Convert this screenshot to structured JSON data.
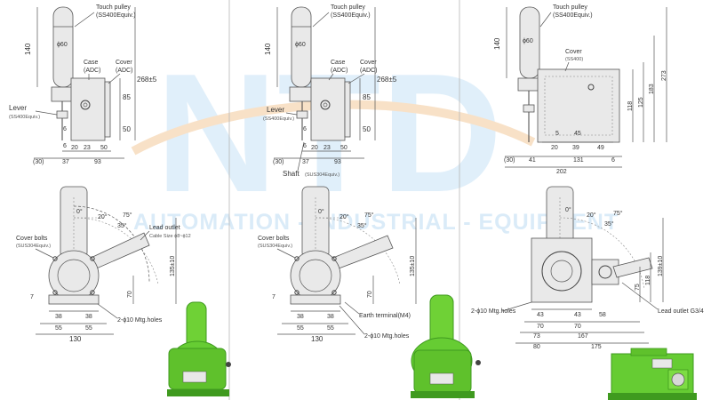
{
  "watermark": {
    "logo": "NTD",
    "tagline": "AUTOMATION - INDUSTRIAL - EQUIPMENT"
  },
  "colors": {
    "green": "#66cc33",
    "green_dark": "#3f9a1f",
    "line": "#555555",
    "watermark_blue": "#bcdcf3",
    "watermark_orange": "#f3c99a"
  },
  "panel1": {
    "touch_pulley": "Touch pulley",
    "touch_pulley_spec": "(SS400Equiv.)",
    "case": "Case",
    "case_spec": "(ADC)",
    "cover": "Cover",
    "cover_spec": "(ADC)",
    "lever": "Lever",
    "lever_spec": "(SS400Equiv.)",
    "dia": "ϕ60",
    "d140": "140",
    "d85": "85",
    "d50": "50",
    "d268": "268±5",
    "d6a": "6",
    "d6b": "6",
    "d20": "20",
    "d23": "23",
    "d50b": "50",
    "d30": "(30)",
    "d37": "37",
    "d93": "93",
    "deg0": "0°",
    "deg20": "20°",
    "deg35": "35°",
    "deg75": "75°",
    "lead_outlet": "Lead outlet",
    "cable_size": "Cable Size ϕ8~ϕ12",
    "cover_bolts": "Cover bolts",
    "cover_bolts_spec": "(SUS304Equiv.)",
    "d7": "7",
    "d70": "70",
    "d135": "135±10",
    "d38a": "38",
    "d38b": "38",
    "d55a": "55",
    "d55b": "55",
    "d130": "130",
    "holes": "2-ϕ10 Mtg.holes"
  },
  "panel2": {
    "touch_pulley": "Touch pulley",
    "touch_pulley_spec": "(SS400Equiv.)",
    "case": "Case",
    "case_spec": "(ADC)",
    "cover": "Cover",
    "cover_spec": "(ADC)",
    "lever": "Lever",
    "lever_spec": "(SS400Equiv.)",
    "shaft": "Shaft",
    "shaft_spec": "(SUS304Equiv.)",
    "dia": "ϕ60",
    "d140": "140",
    "d85": "85",
    "d50": "50",
    "d268": "268±5",
    "d6a": "6",
    "d6b": "6",
    "d20": "20",
    "d23": "23",
    "d50b": "50",
    "d30": "(30)",
    "d37": "37",
    "d93": "93",
    "deg0": "0°",
    "deg20": "20°",
    "deg35": "35°",
    "deg75": "75°",
    "cover_bolts": "Cover bolts",
    "cover_bolts_spec": "(SUS304Equiv.)",
    "d7": "7",
    "d70": "70",
    "d135": "135±10",
    "d38a": "38",
    "d38b": "38",
    "d55a": "55",
    "d55b": "55",
    "d130": "130",
    "earth": "Earth terminal(M4)",
    "holes": "2-ϕ10 Mtg.holes"
  },
  "panel3": {
    "touch_pulley": "Touch pulley",
    "touch_pulley_spec": "(SS400Equiv.)",
    "cover": "Cover",
    "cover_spec": "(SS400)",
    "dia": "ϕ60",
    "d140": "140",
    "d118": "118",
    "d125": "125",
    "d183": "183",
    "d273": "273",
    "d5": "5",
    "d45": "45",
    "d20": "20",
    "d39": "39",
    "d49": "49",
    "d30": "(30)",
    "d41": "41",
    "d131": "131",
    "d6": "6",
    "d202": "202",
    "deg0": "0°",
    "deg20": "20°",
    "deg35": "35°",
    "deg75": "75°",
    "d75": "75",
    "d118b": "118",
    "d139": "139±10",
    "d43a": "43",
    "d43b": "43",
    "d58": "58",
    "d70a": "70",
    "d70b": "70",
    "d167": "167",
    "d73": "73",
    "d80": "80",
    "d175": "175",
    "holes": "2-ϕ10 Mtg.holes",
    "lead_outlet": "Lead outlet G3/4"
  }
}
